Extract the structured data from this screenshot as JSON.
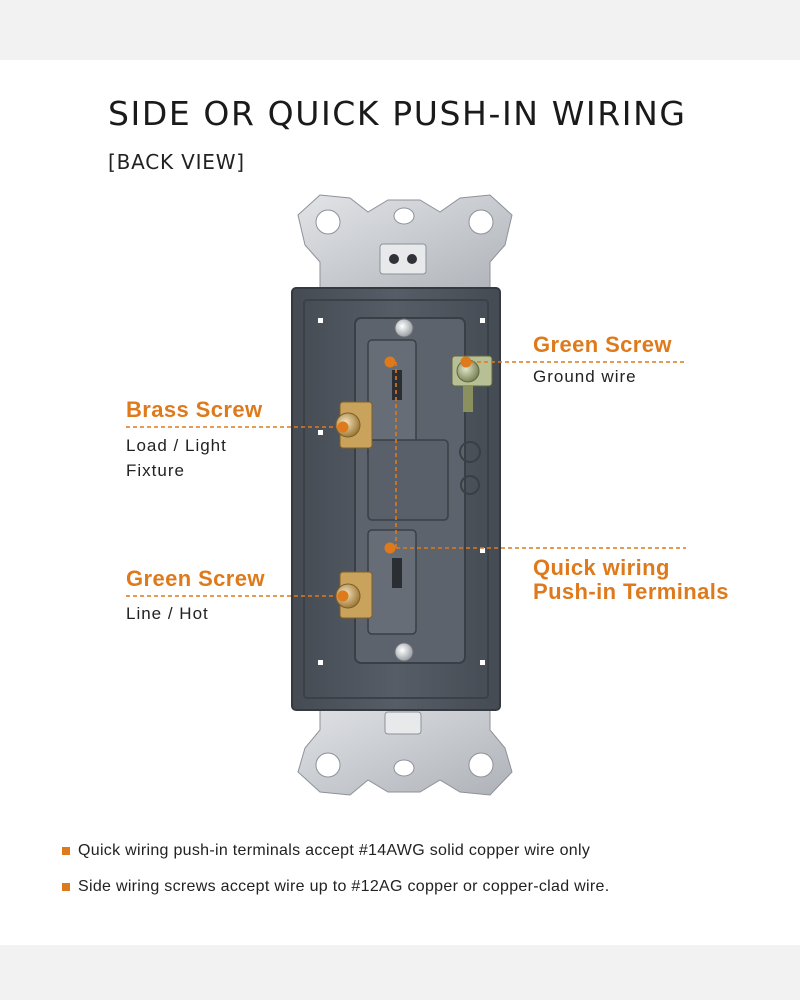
{
  "header": {
    "title": "SIDE OR QUICK PUSH-IN WIRING",
    "subtitle": "[BACK VIEW]"
  },
  "callouts": {
    "ground": {
      "title": "Green Screw",
      "desc": "Ground wire"
    },
    "brass": {
      "title": "Brass Screw",
      "desc_line1": "Load / Light",
      "desc_line2": "Fixture"
    },
    "line": {
      "title": "Green Screw",
      "desc": "Line / Hot"
    },
    "pushin": {
      "title_line1": "Quick wiring",
      "title_line2": "Push-in Terminals"
    }
  },
  "notes": [
    "Quick wiring push-in terminals accept #14AWG solid copper wire only",
    "Side wiring screws accept wire up to #12AG copper or copper-clad wire."
  ],
  "colors": {
    "accent": "#de7a1c",
    "switch_body": "#4f555e",
    "strap": "#c9ccd0",
    "brass": "#c9a25c"
  }
}
